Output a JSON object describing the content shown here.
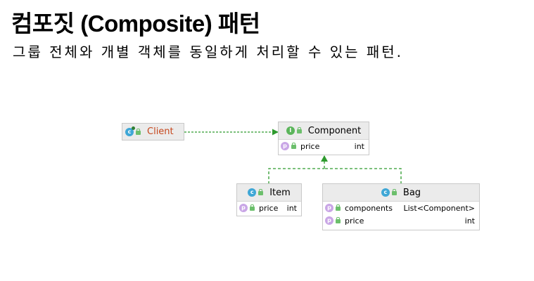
{
  "header": {
    "title": "컴포짓 (Composite) 패턴",
    "subtitle": "그룹 전체와 개별 객체를 동일하게 처리할 수 있는 패턴."
  },
  "diagram": {
    "client": {
      "name": "Client",
      "icon": "class-run-icon"
    },
    "component": {
      "name": "Component",
      "icon": "interface-icon",
      "fields": [
        {
          "name": "price",
          "type": "int"
        }
      ]
    },
    "item": {
      "name": "Item",
      "icon": "class-icon",
      "fields": [
        {
          "name": "price",
          "type": "int"
        }
      ]
    },
    "bag": {
      "name": "Bag",
      "icon": "class-icon",
      "fields": [
        {
          "name": "components",
          "type": "List<Component>"
        },
        {
          "name": "price",
          "type": "int"
        }
      ]
    },
    "icon_letters": {
      "class": "c",
      "interface": "I",
      "property": "p"
    },
    "colors": {
      "client_name": "#c6471d",
      "header_bg": "#ebebeb",
      "edge": "#2e9a2e",
      "class_icon": "#3fa7d6",
      "interface_icon": "#5bb55b",
      "property_icon": "#c9a6e6"
    }
  }
}
